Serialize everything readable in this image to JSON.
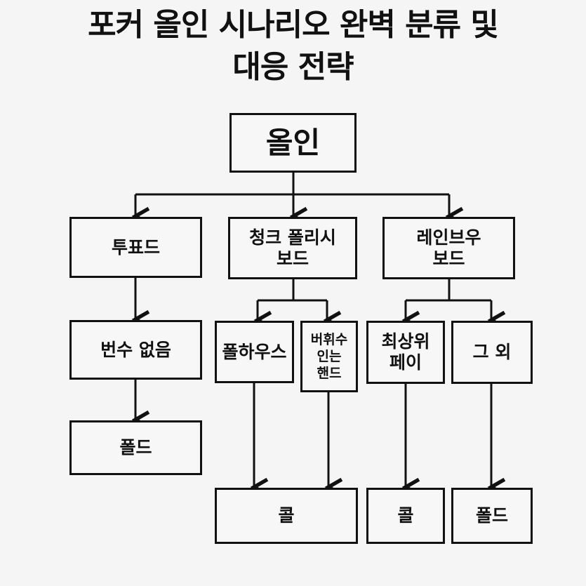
{
  "title": {
    "line1": "포커 올인 시나리오 완벽 분류 및",
    "line2": "대응 전략"
  },
  "nodes": {
    "root": "올인",
    "turbo": "투표드",
    "think_flush": "청크 폴리시\n보드",
    "rainbow": "레인브우\n보드",
    "no_variable": "번수 없음",
    "full_house": "폴하우스",
    "variable_hand": "버휘수\n인는\n핸드",
    "top_pair": "최상위\n페이",
    "others": "그 외",
    "fold_left": "폴드",
    "call_mid": "콜",
    "call_right": "콜",
    "fold_right": "폴드"
  }
}
